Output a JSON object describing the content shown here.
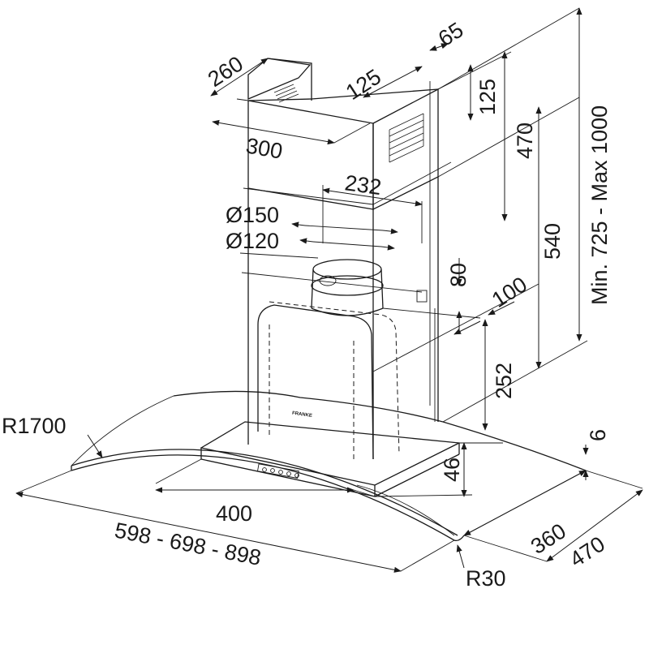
{
  "dimensions": {
    "d260": "260",
    "d65": "65",
    "d125_top": "125",
    "d125_side": "125",
    "d300": "300",
    "d470_side": "470",
    "d232": "232",
    "d150": "Ø150",
    "d120": "Ø120",
    "d540": "540",
    "d80": "80",
    "d100": "100",
    "d252": "252",
    "height_range": "Min. 725 - Max 1000",
    "r1700": "R1700",
    "d6": "6",
    "d46": "46",
    "d400": "400",
    "d360": "360",
    "d470_bottom": "470",
    "width_range": "598 - 698 - 898",
    "r30": "R30"
  }
}
